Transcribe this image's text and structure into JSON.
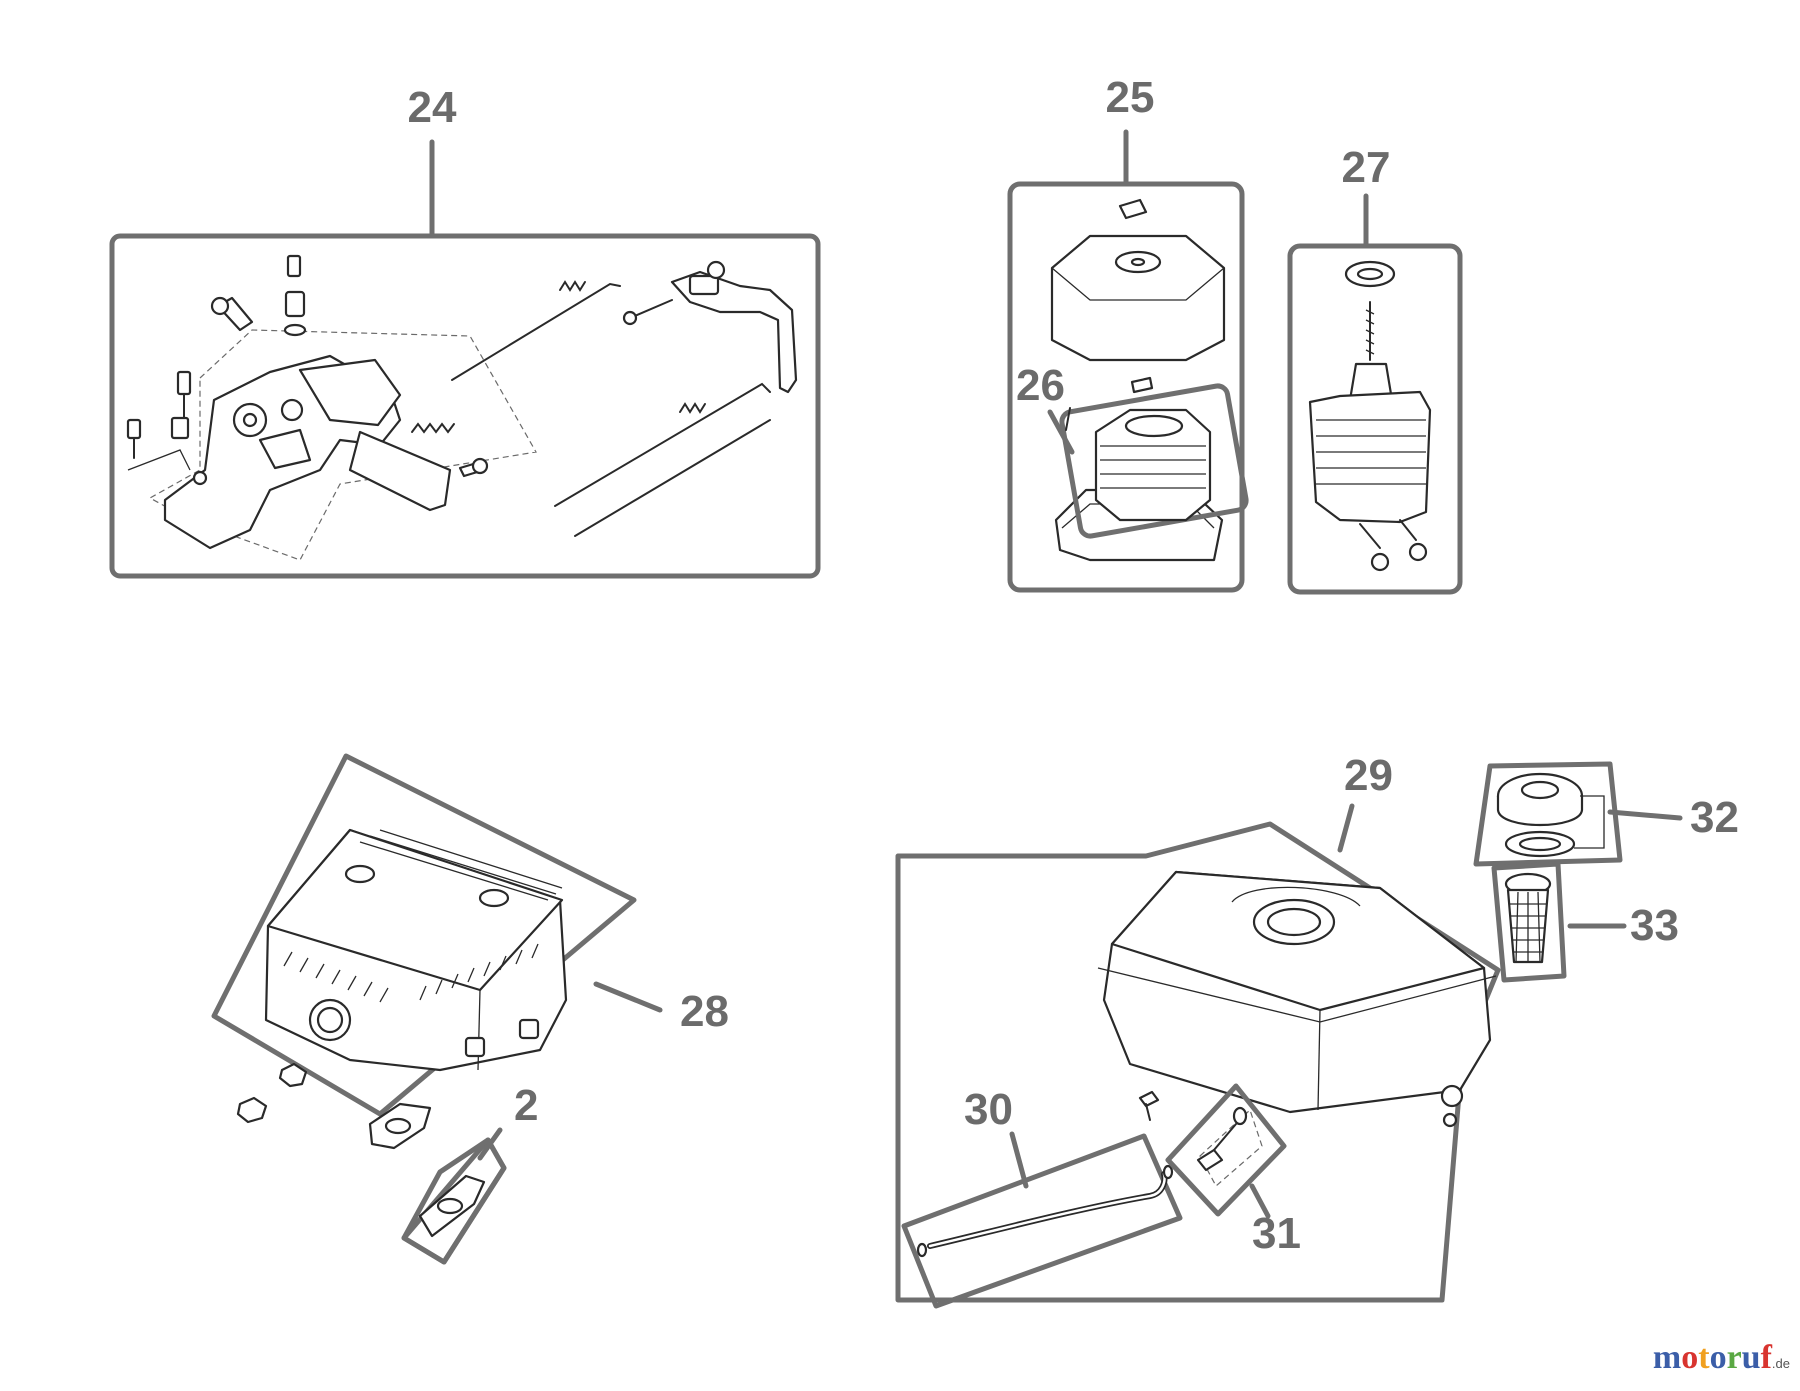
{
  "callouts": {
    "c24": "24",
    "c25": "25",
    "c26": "26",
    "c27": "27",
    "c28": "28",
    "c2": "2",
    "c29": "29",
    "c30": "30",
    "c31": "31",
    "c32": "32",
    "c33": "33"
  },
  "watermark": {
    "letters": [
      "m",
      "o",
      "t",
      "o",
      "r",
      "u",
      "f"
    ],
    "letter_colors": [
      "#3b5ea8",
      "#d8342f",
      "#f0a020",
      "#3b5ea8",
      "#5aa843",
      "#3b5ea8",
      "#d8342f"
    ],
    "tld": ".de"
  },
  "colors": {
    "frame": "#6f6f6f",
    "callout": "#6b6b6b"
  }
}
